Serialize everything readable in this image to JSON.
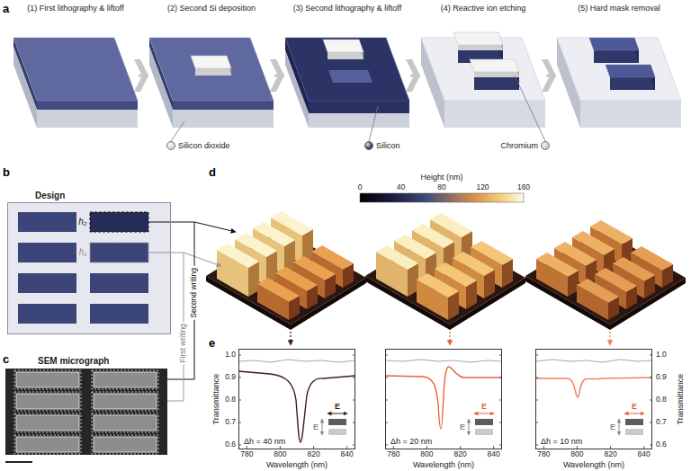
{
  "diagram": {
    "nodes": [
      {
        "text": [
          "(1) First lithography & liftoff"
        ]
      },
      {
        "text": [
          "(2) Second Si deposition"
        ]
      },
      {
        "text": [
          "(3) Second lithography & liftoff"
        ]
      },
      {
        "text": [
          "(4) Reactive ion etching"
        ]
      },
      {
        "text": [
          "(5) Hard mask removal"
        ]
      },
      {
        "text": [
          "Design"
        ]
      },
      {
        "text": [
          "SEM micrograph"
        ]
      },
      {
        "text": [
          "Δh = 40 nm"
        ]
      },
      {
        "text": [
          "Δh = 20 nm"
        ]
      },
      {
        "text": [
          "Δh = 10 nm"
        ]
      }
    ],
    "edges": [
      {
        "from": 0,
        "to": 1,
        "arrow": "to"
      },
      {
        "from": 1,
        "to": 2,
        "arrow": "to"
      },
      {
        "from": 2,
        "to": 3,
        "arrow": "to"
      },
      {
        "from": 3,
        "to": 4,
        "arrow": "to"
      },
      {
        "from": 5,
        "to": 6,
        "label": "Second writing",
        "arrow": "none"
      },
      {
        "from": 5,
        "to": 6,
        "label": "First writing",
        "arrow": "none"
      }
    ],
    "labels": [
      "a",
      "b",
      "c",
      "d",
      "e",
      "h₂",
      "h₁",
      "Height (nm)",
      "0",
      "40",
      "80",
      "120",
      "160",
      "Transmittance",
      "1.0",
      "0.9",
      "0.8",
      "0.7",
      "0.6",
      "780",
      "800",
      "820",
      "840",
      "Wavelength (nm)",
      "E",
      "E",
      "780",
      "800",
      "820",
      "840",
      "Wavelength (nm)",
      "E",
      "E",
      "780",
      "800",
      "820",
      "840",
      "Wavelength (nm)",
      "E",
      "E",
      "1.0",
      "0.9",
      "0.8",
      "0.7",
      "0.6",
      "Transmittance"
    ],
    "legend": [
      {
        "text": "Silicon dioxide",
        "color": "#d4d7df"
      },
      {
        "text": "Silicon",
        "color": "#2f3869"
      },
      {
        "text": "Chromium",
        "color": "#c9c9c9"
      }
    ]
  }
}
